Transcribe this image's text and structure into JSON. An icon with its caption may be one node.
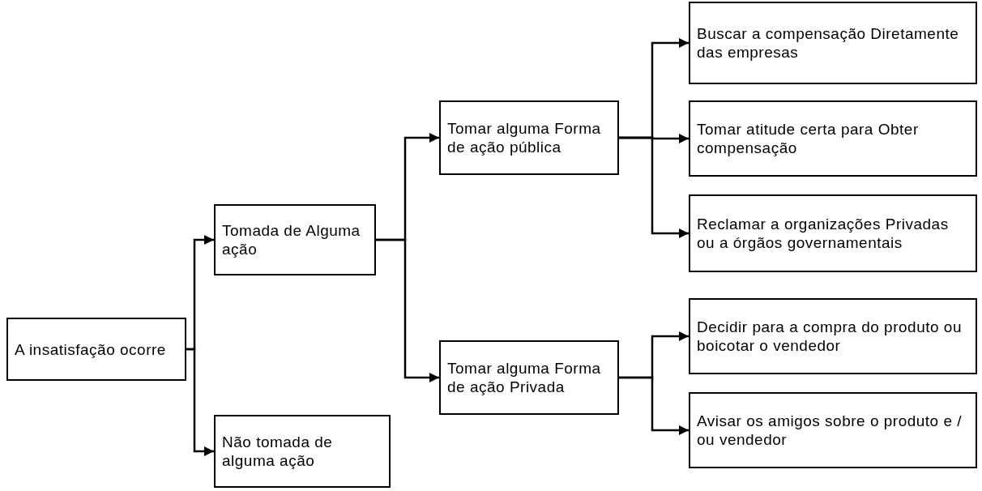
{
  "diagram": {
    "nodes": [
      {
        "text": [
          "A insatisfação ocorre"
        ]
      },
      {
        "text": [
          "Tomada de Alguma ação"
        ]
      },
      {
        "text": [
          "Não tomada de alguma ação"
        ]
      },
      {
        "text": [
          "Tomar alguma Forma de ação pública"
        ]
      },
      {
        "text": [
          "Tomar alguma Forma de ação Privada"
        ]
      },
      {
        "text": [
          "Buscar a compensação Diretamente das empresas"
        ]
      },
      {
        "text": [
          "Tomar atitude certa para Obter compensação"
        ]
      },
      {
        "text": [
          "Reclamar a organizações Privadas ou a órgãos governamentais"
        ]
      },
      {
        "text": [
          "Decidir para a compra do produto ou boicotar o vendedor"
        ]
      },
      {
        "text": [
          "Avisar os amigos sobre o produto e / ou vendedor"
        ]
      }
    ],
    "edges": [
      {
        "from": 0,
        "to": 1,
        "arrow": "to"
      },
      {
        "from": 0,
        "to": 2,
        "arrow": "to"
      },
      {
        "from": 1,
        "to": 3,
        "arrow": "to"
      },
      {
        "from": 1,
        "to": 4,
        "arrow": "to"
      },
      {
        "from": 3,
        "to": 5,
        "arrow": "to"
      },
      {
        "from": 3,
        "to": 6,
        "arrow": "to"
      },
      {
        "from": 3,
        "to": 7,
        "arrow": "to"
      },
      {
        "from": 4,
        "to": 8,
        "arrow": "to"
      },
      {
        "from": 4,
        "to": 9,
        "arrow": "to"
      }
    ]
  }
}
